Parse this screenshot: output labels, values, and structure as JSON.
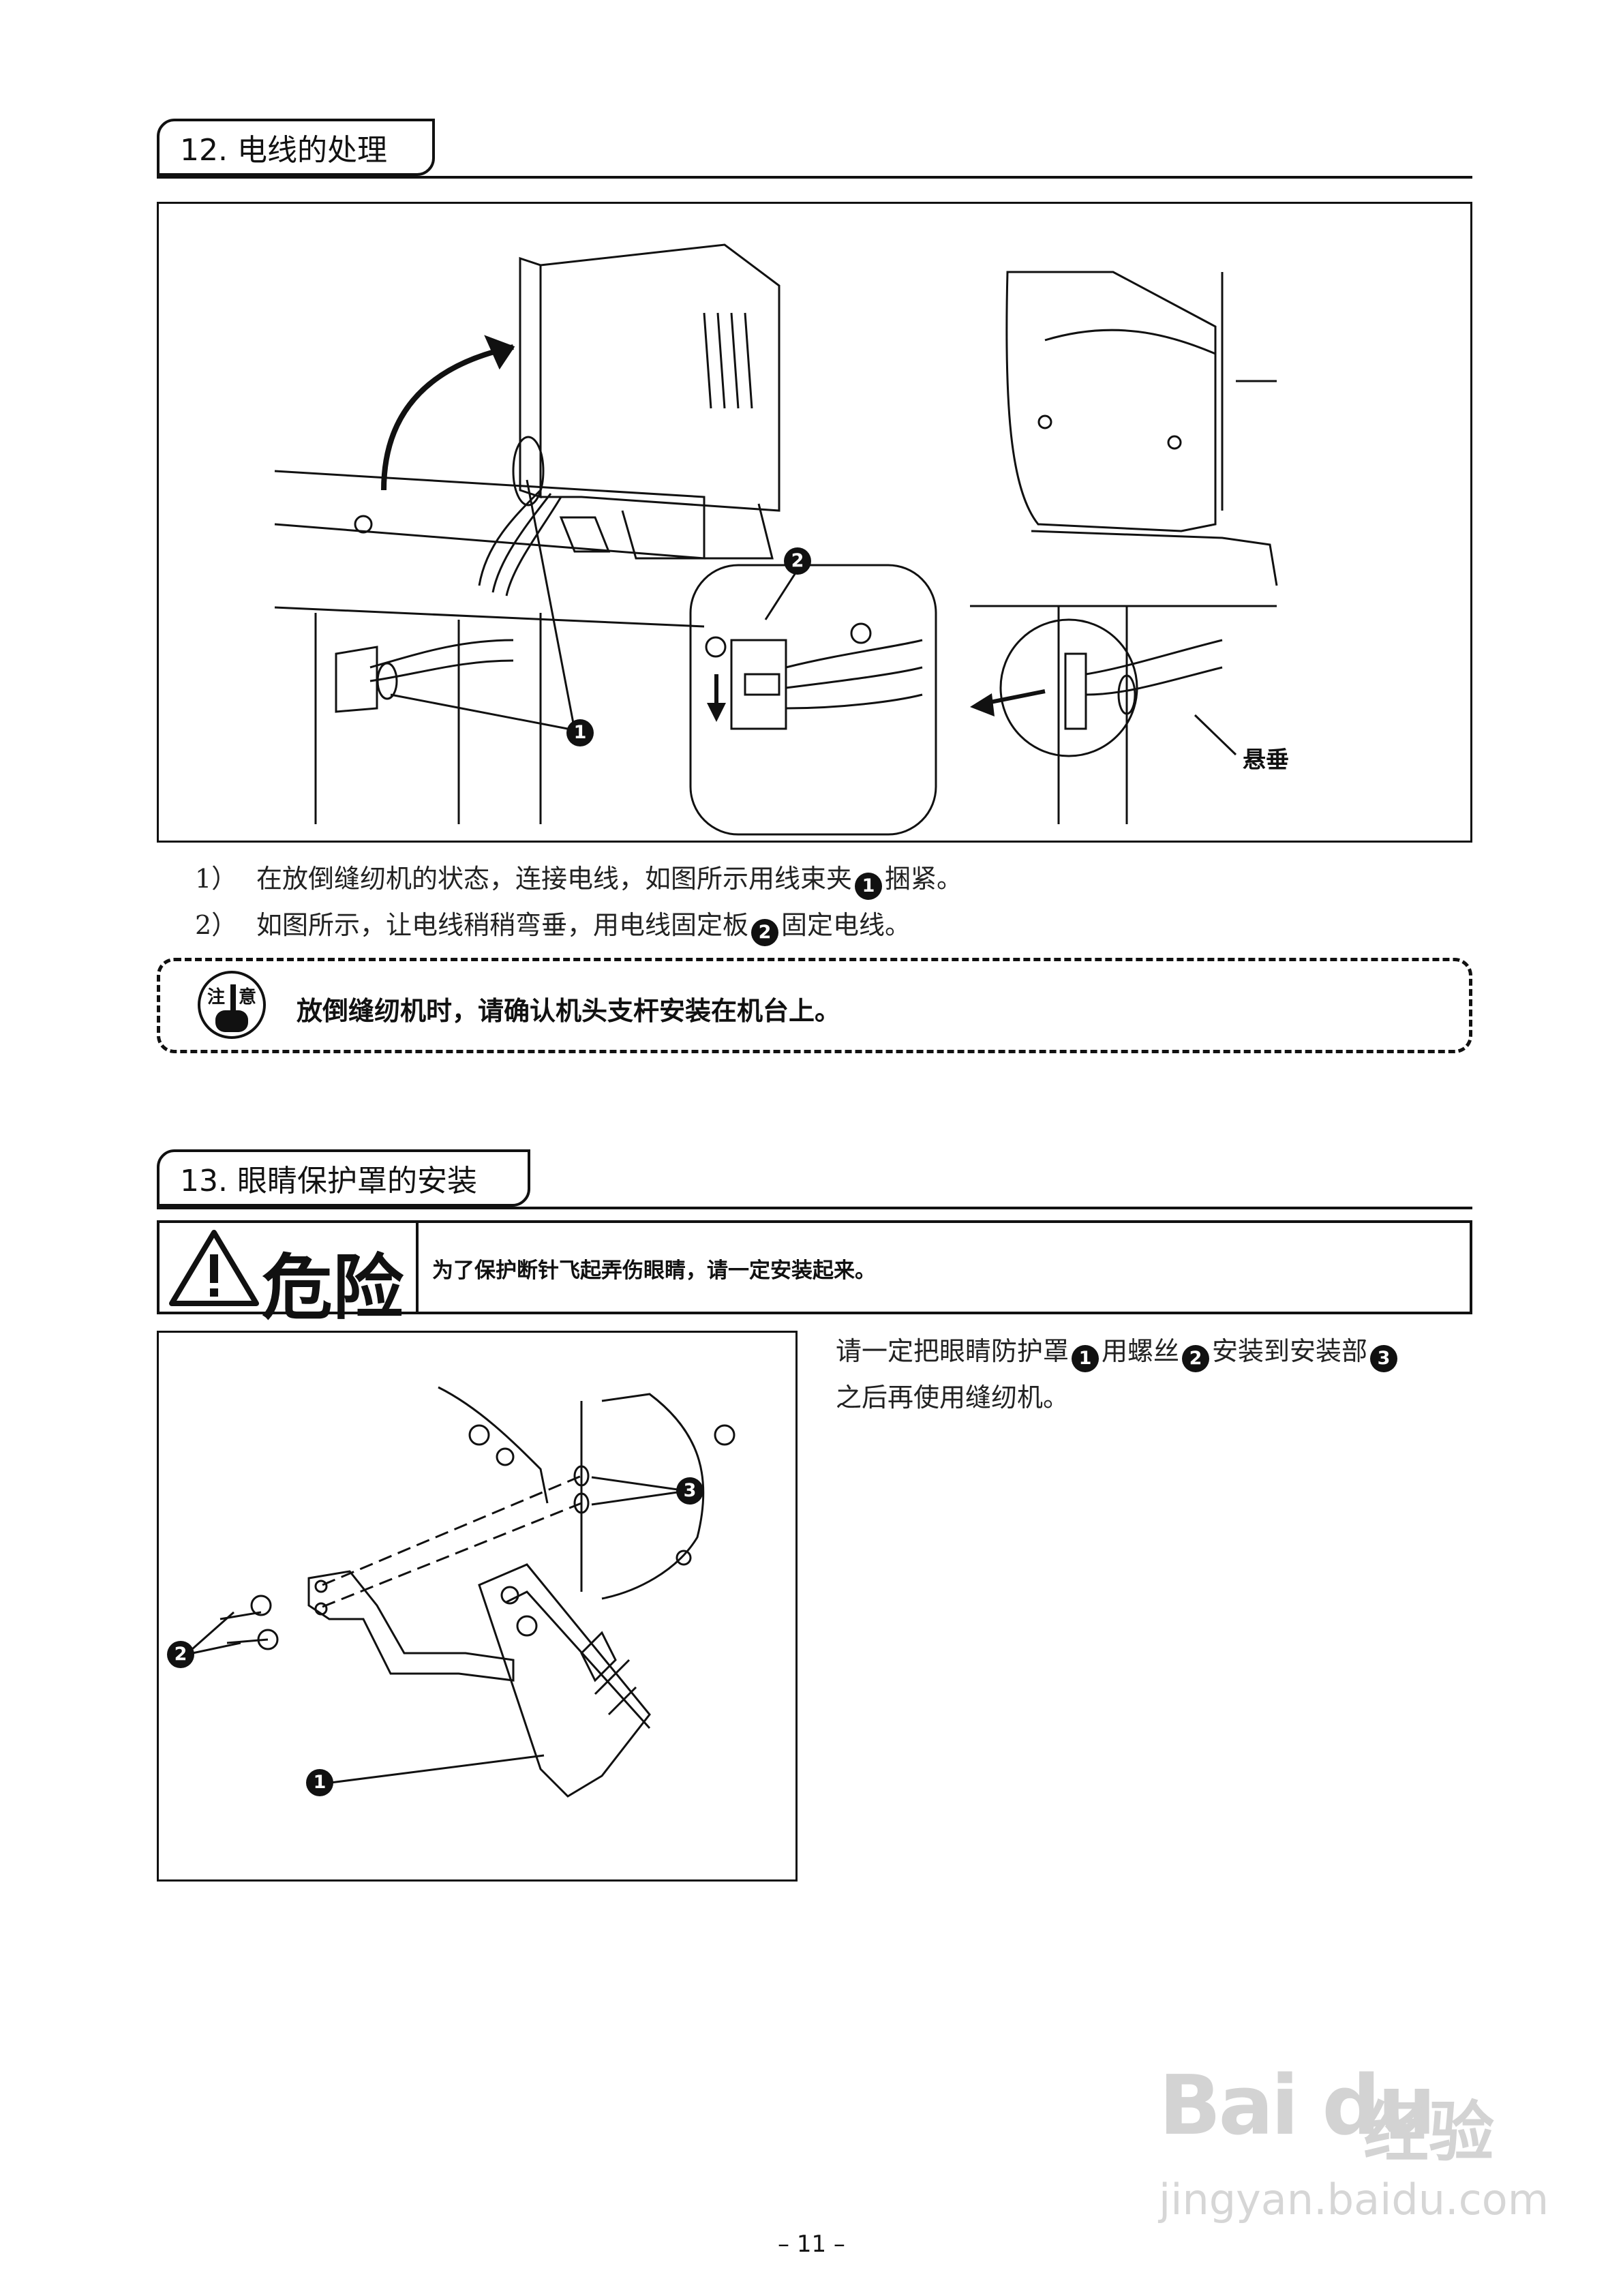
{
  "section12": {
    "title": "12. 电线的处理",
    "figure": {
      "callout1": "1",
      "callout2": "2",
      "hanging_label": "悬垂"
    },
    "steps": [
      {
        "num": "1）",
        "before": "在放倒缝纫机的状态，连接电线，如图所示用线束夹",
        "callout": "1",
        "after": "捆紧。"
      },
      {
        "num": "2）",
        "before": "如图所示，让电线稍稍弯垂，用电线固定板",
        "callout": "2",
        "after": "固定电线。"
      }
    ],
    "caution": {
      "icon_chars": [
        "注",
        "意"
      ],
      "text": "放倒缝纫机时，请确认机头支杆安装在机台上。"
    }
  },
  "section13": {
    "title": "13. 眼睛保护罩的安装",
    "danger": {
      "word": "危险",
      "text": "为了保护断针飞起弄伤眼睛，请一定安装起来。"
    },
    "instruction": {
      "p1": "请一定把眼睛防护罩",
      "c1": "1",
      "p2": "用螺丝",
      "c2": "2",
      "p3": "安装到安装部",
      "c3": "3",
      "p4": "之后再使用缝纫机。"
    },
    "figure": {
      "callout1": "1",
      "callout2": "2",
      "callout3": "3"
    }
  },
  "page_number": "– 11 –",
  "watermark": {
    "logo": "Bai du",
    "cn": "经验",
    "url": "jingyan.baidu.com"
  }
}
